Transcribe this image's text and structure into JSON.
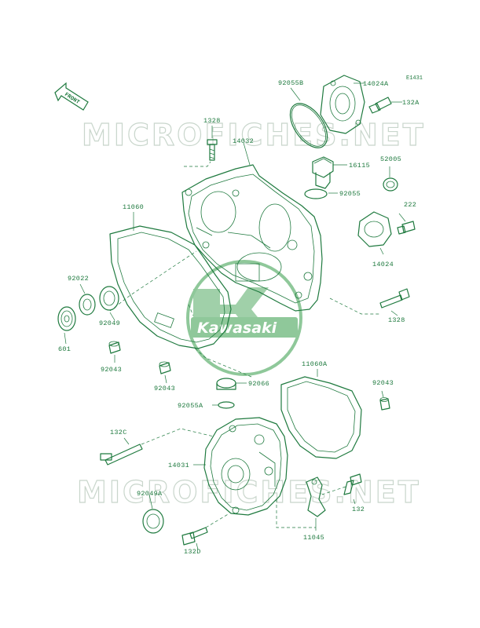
{
  "diagram_code": "E1431",
  "front_arrow_text": "FRONT",
  "watermark_text": "MICROFICHES.NET",
  "logo_text": "Kawasaki",
  "colors": {
    "line": "#1f7a3f",
    "watermark": "#c9d6cc",
    "logo": "#8fc89a"
  },
  "labels": {
    "p92055B": "92055B",
    "p14024A": "14024A",
    "p132A": "132A",
    "p1328a": "1328",
    "p14032": "14032",
    "p16115": "16115",
    "p52005": "52005",
    "p92055": "92055",
    "p222": "222",
    "p11060": "11060",
    "p14024": "14024",
    "p92022": "92022",
    "p1328b": "1328",
    "p92049": "92049",
    "p601": "601",
    "p92043a": "92043",
    "p92043b": "92043",
    "p11060A": "11060A",
    "p92066": "92066",
    "p92043c": "92043",
    "p92055A": "92055A",
    "p132C": "132C",
    "p14031": "14031",
    "p92049A": "92049A",
    "p132": "132",
    "p11045": "11045",
    "p132D": "132D"
  }
}
